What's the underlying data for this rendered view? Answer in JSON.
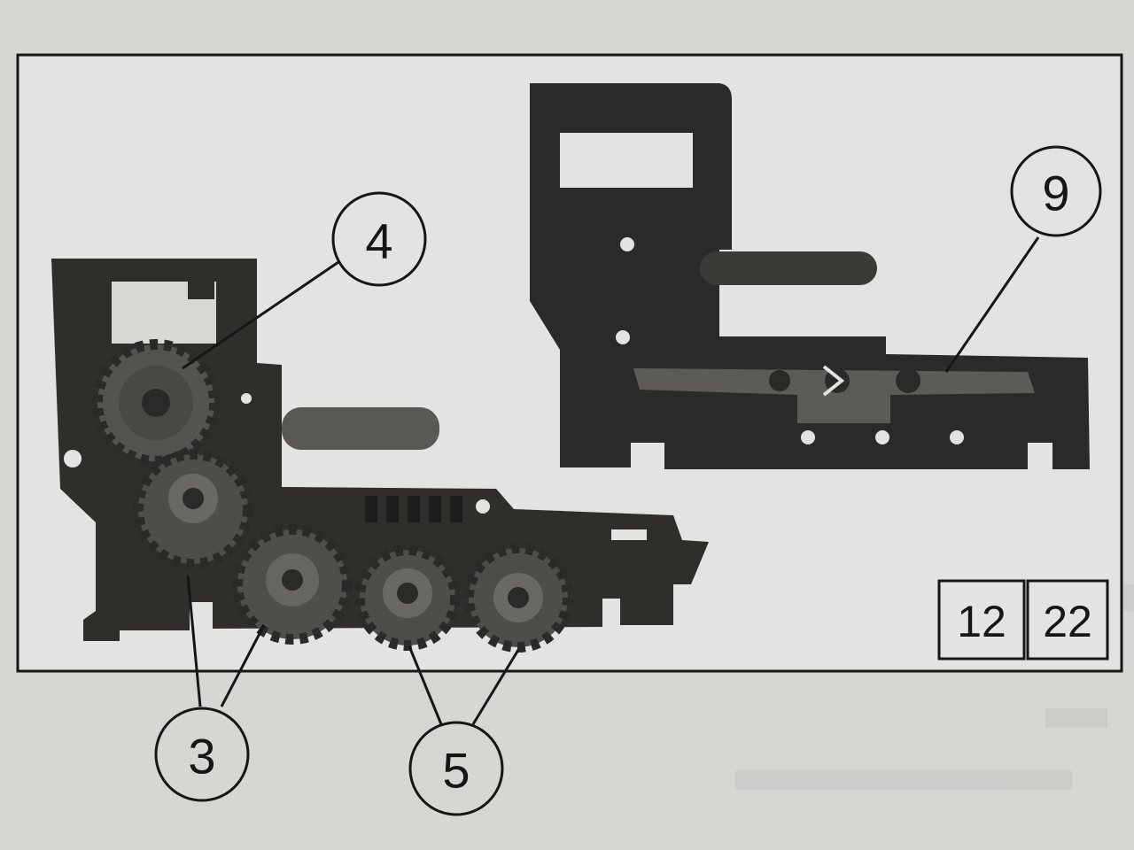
{
  "figure": {
    "callouts": [
      {
        "id": "callout-4",
        "label": "4"
      },
      {
        "id": "callout-9",
        "label": "9"
      },
      {
        "id": "callout-3",
        "label": "3"
      },
      {
        "id": "callout-5",
        "label": "5"
      }
    ],
    "steps": [
      "12",
      "22"
    ]
  },
  "colors": {
    "paper": "#d6d6d3",
    "frame_bg": "#e3e3e1",
    "part_dark": "#2a2a28",
    "part_mid": "#3e3d3a",
    "gear_fill": "#4f4d49",
    "line": "#161616"
  }
}
